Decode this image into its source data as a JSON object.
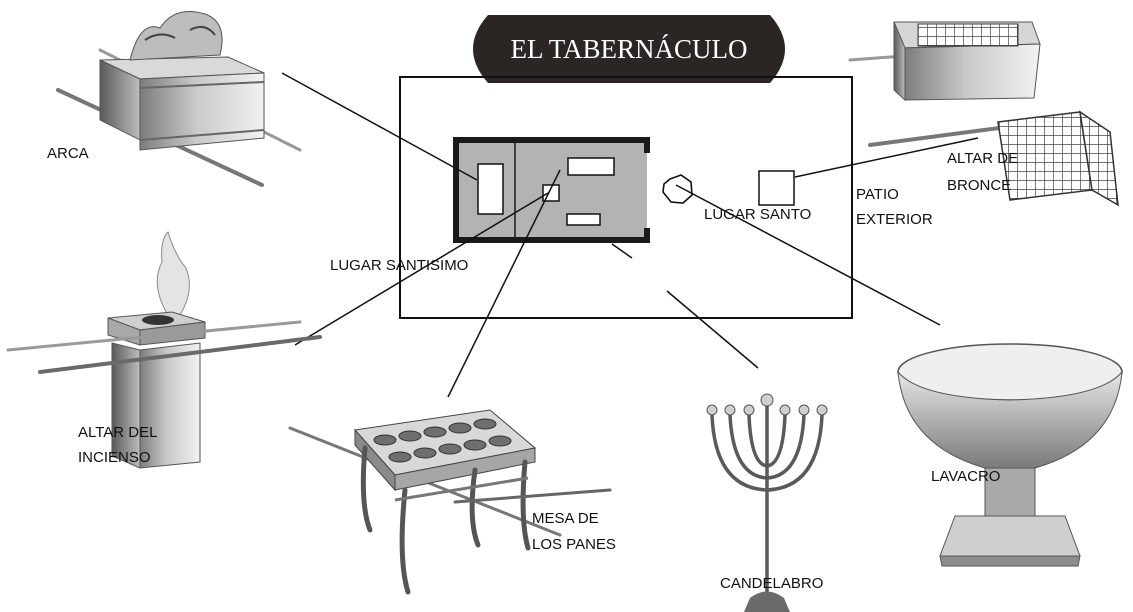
{
  "title": "EL TABERNÁCULO",
  "labels": {
    "arca": "ARCA",
    "altar_bronce_1": "ALTAR DE",
    "altar_bronce_2": "BRONCE",
    "lugar_santo": "LUGAR SANTO",
    "patio_1": "PATIO",
    "patio_2": "EXTERIOR",
    "lugar_santisimo": "LUGAR SANTISIMO",
    "altar_incienso_1": "ALTAR DEL",
    "altar_incienso_2": "INCIENSO",
    "mesa_1": "MESA DE",
    "mesa_2": "LOS PANES",
    "candelabro": "CANDELABRO",
    "lavacro": "LAVACRO"
  },
  "colors": {
    "sanctuary_fill": "#b3b3b3",
    "banner": "#2b2624"
  },
  "icons": [
    "ark-illustration",
    "bronze-altar-illustration",
    "incense-altar-illustration",
    "bread-table-illustration",
    "menorah-illustration",
    "laver-illustration"
  ]
}
